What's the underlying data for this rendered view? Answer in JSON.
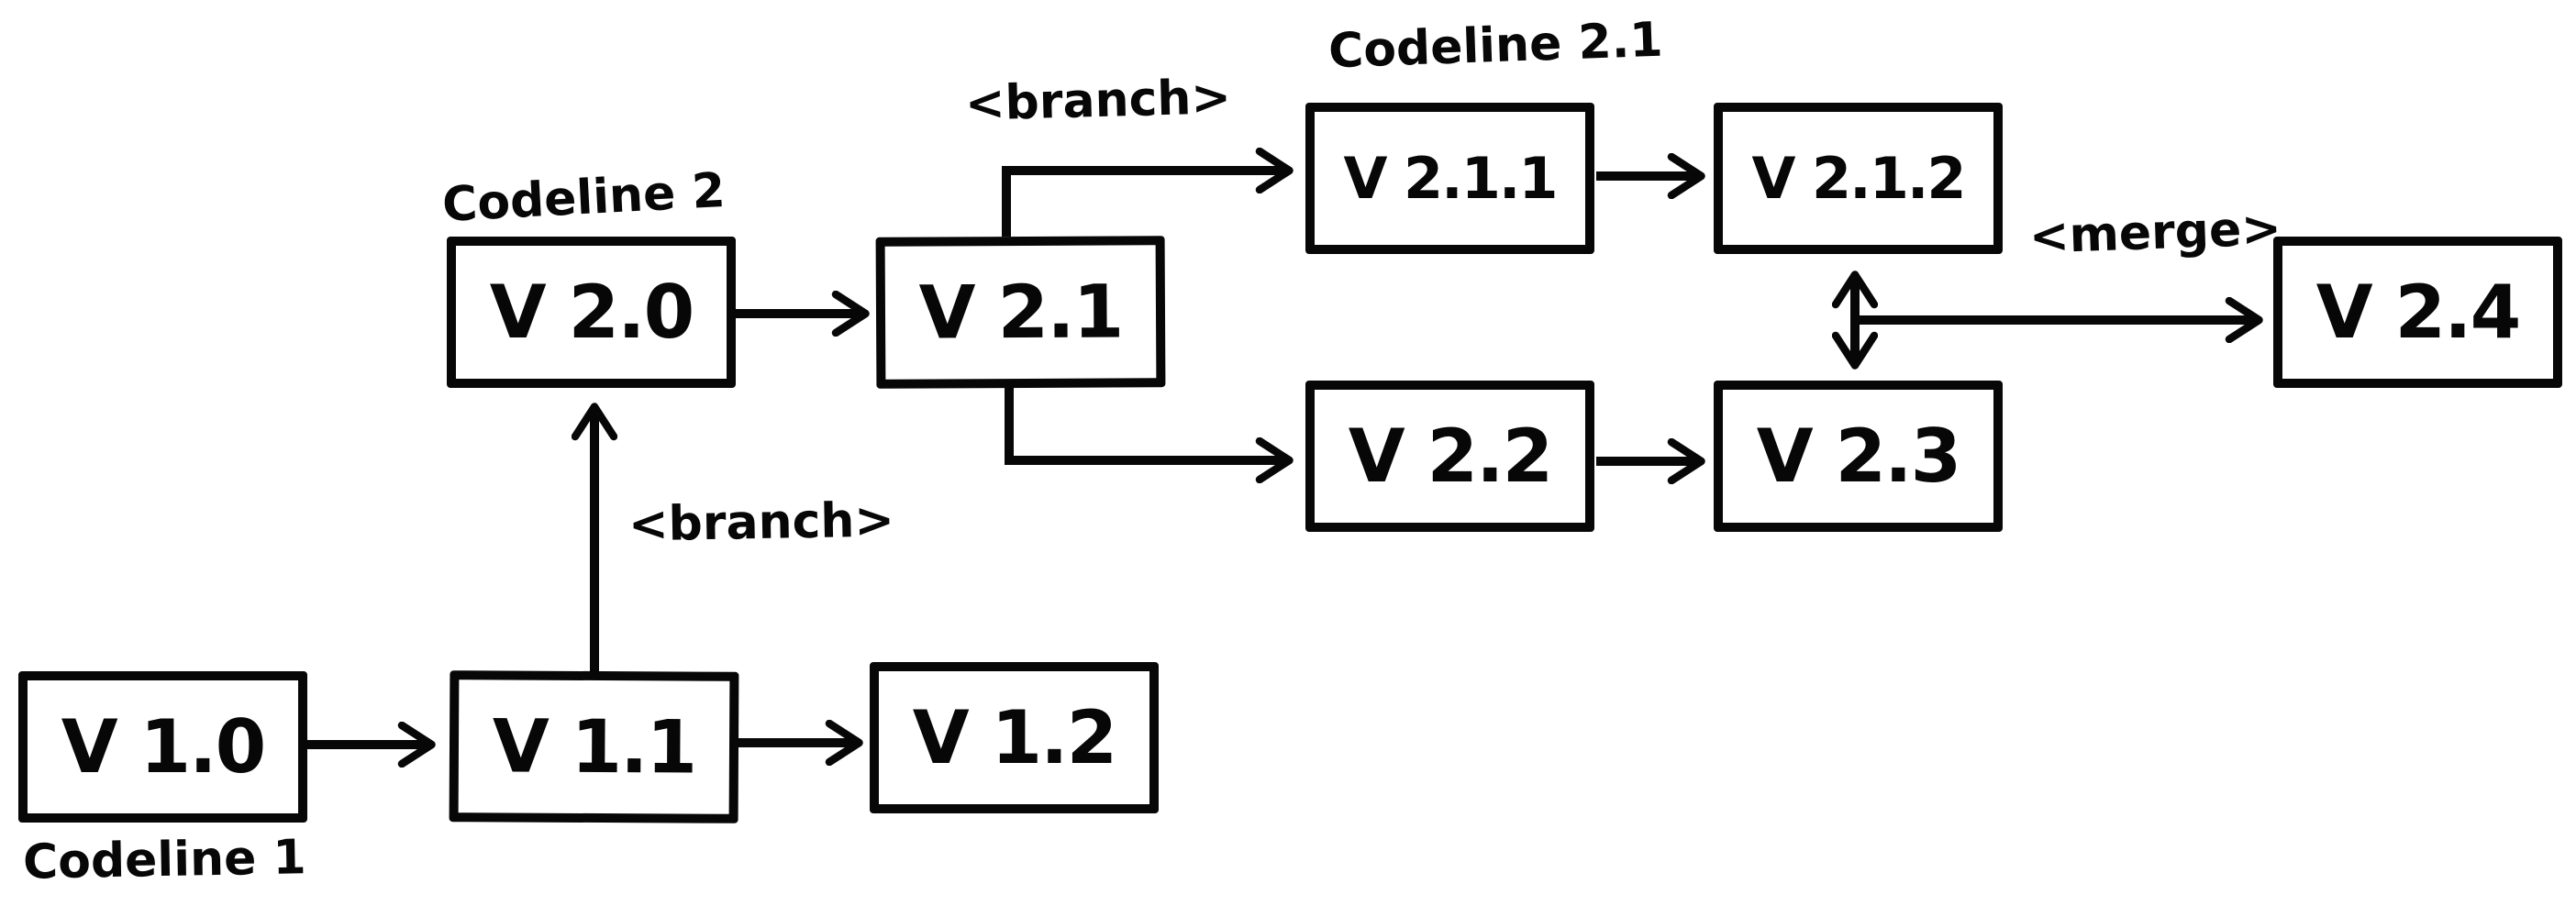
{
  "diagram": {
    "colors": {
      "ink": "#070707",
      "paper": "#ffffff"
    },
    "nodes": {
      "v1_0": {
        "label": "V 1.0"
      },
      "v1_1": {
        "label": "V 1.1"
      },
      "v1_2": {
        "label": "V 1.2"
      },
      "v2_0": {
        "label": "V 2.0"
      },
      "v2_1": {
        "label": "V 2.1"
      },
      "v2_1_1": {
        "label": "V 2.1.1"
      },
      "v2_1_2": {
        "label": "V 2.1.2"
      },
      "v2_2": {
        "label": "V 2.2"
      },
      "v2_3": {
        "label": "V 2.3"
      },
      "v2_4": {
        "label": "V 2.4"
      }
    },
    "codelines": {
      "codeline_1": "Codeline 1",
      "codeline_2": "Codeline 2",
      "codeline_2_1": "Codeline 2.1"
    },
    "edge_labels": {
      "branch_lower": "<branch>",
      "branch_upper": "<branch>",
      "merge": "<merge>"
    }
  }
}
